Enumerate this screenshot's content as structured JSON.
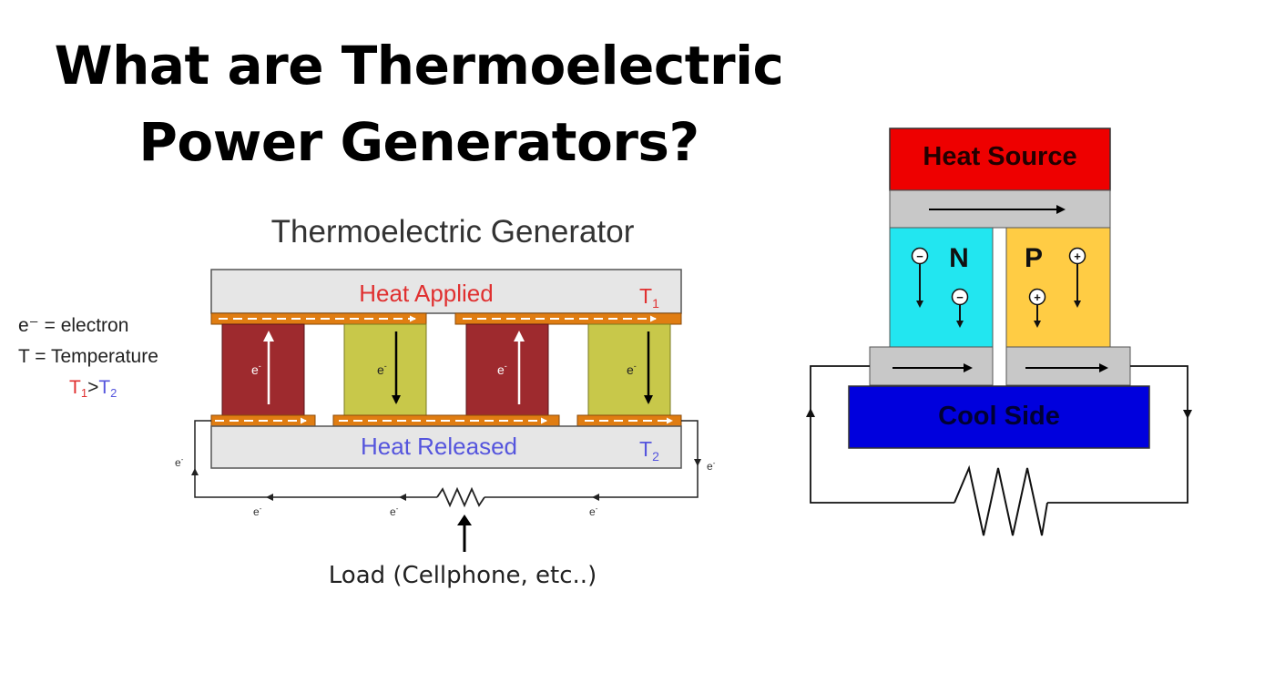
{
  "title": {
    "line1": "What are Thermoelectric",
    "line2": "Power Generators?"
  },
  "teg_diagram": {
    "heading": "Thermoelectric Generator",
    "hot_plate_label": "Heat Applied",
    "hot_temp_label": "T",
    "hot_temp_sub": "1",
    "cold_plate_label": "Heat Released",
    "cold_temp_label": "T",
    "cold_temp_sub": "2",
    "electron_symbol": "e",
    "electron_charge": "-",
    "legend": {
      "electron": "e⁻ = electron",
      "temperature": "T = Temperature",
      "comparison_t1": "T",
      "comparison_t1_sub": "1",
      "comparison_gt": ">",
      "comparison_t2": "T",
      "comparison_t2_sub": "2"
    },
    "load_label": "Load (Cellphone, etc..)",
    "colors": {
      "plate": "#e6e6e6",
      "conductor": "#e07d12",
      "p_leg": "#9e2a2e",
      "n_leg": "#c8c84a",
      "hot_text": "#e03030",
      "cold_text": "#5555dd"
    }
  },
  "np_diagram": {
    "heat_source_label": "Heat Source",
    "n_label": "N",
    "p_label": "P",
    "cool_side_label": "Cool Side",
    "minus_sign": "−",
    "plus_sign": "+",
    "colors": {
      "heat_source": "#ee0000",
      "n_type": "#22e6f0",
      "p_type": "#ffcc44",
      "cool_side": "#0000dd",
      "connector": "#c8c8c8"
    }
  }
}
